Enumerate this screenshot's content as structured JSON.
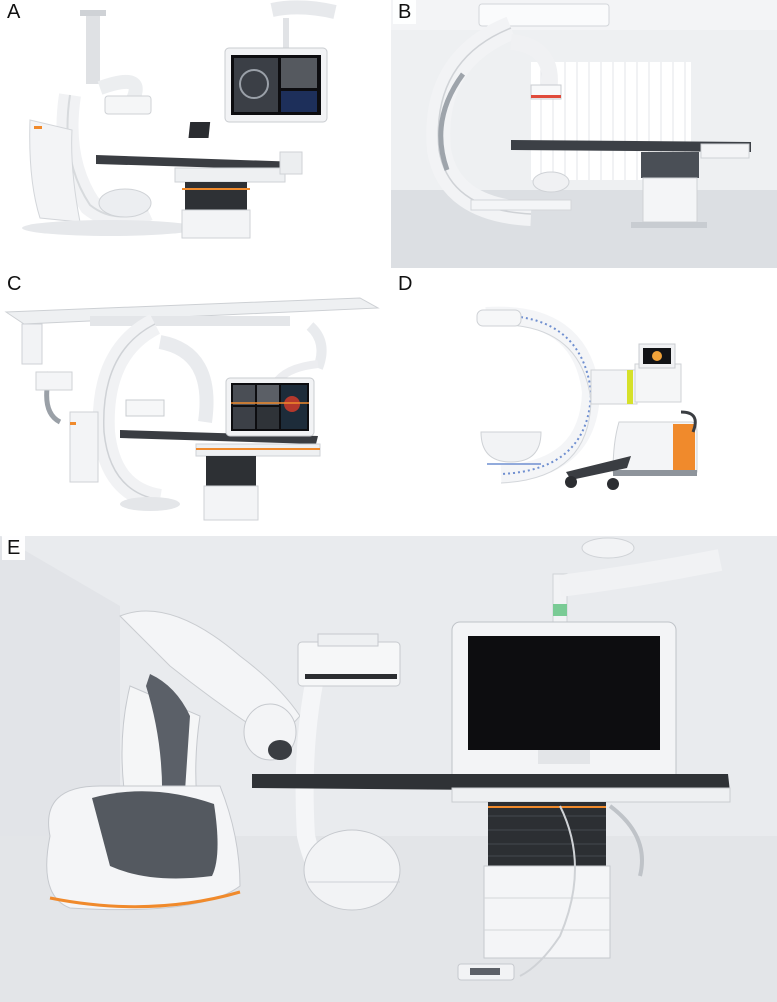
{
  "panels": [
    {
      "label": "A"
    },
    {
      "label": "B"
    },
    {
      "label": "C"
    },
    {
      "label": "D"
    },
    {
      "label": "E"
    }
  ],
  "colors": {
    "system_white": "#f4f5f6",
    "table_dark": "#3a3d42",
    "accent_orange": "#f08a2c",
    "monitor_black": "#0d0d10",
    "room_grey": "#e7e9ec",
    "panel_blue": "#6f8fd0"
  }
}
